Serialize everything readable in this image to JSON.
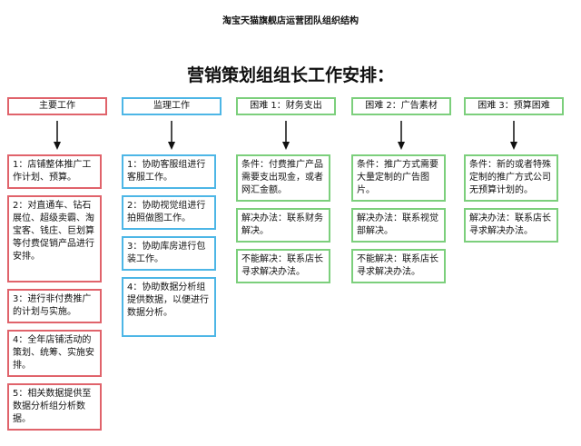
{
  "page": {
    "top_title": "淘宝天猫旗舰店运营团队组织结构",
    "main_title": "营销策划组组长工作安排："
  },
  "colors": {
    "red": "#e0636b",
    "blue": "#4db6e6",
    "green": "#7ccf7c"
  },
  "columns": [
    {
      "header": "主要工作",
      "color": "red",
      "boxes": [
        "1：店铺整体推广工作计划、预算。",
        "2：对直通车、钻石展位、超级卖霸、淘宝客、钱庄、巨划算等付费促销产品进行安排。",
        "3：进行非付费推广的计划与实施。",
        "4：全年店铺活动的策划、统筹、实施安排。",
        "5：相关数据提供至数据分析组分析数据。"
      ]
    },
    {
      "header": "监理工作",
      "color": "blue",
      "boxes": [
        "1：协助客服组进行客服工作。",
        "2：协助视觉组进行拍照做图工作。",
        "3：协助库房进行包装工作。",
        "4：协助数据分析组提供数据，以便进行数据分析。"
      ]
    },
    {
      "header": "困难 1：财务支出",
      "color": "green",
      "boxes": [
        "条件：付费推广产品需要支出现金，或者网汇金额。",
        "解决办法：联系财务解决。",
        "不能解决：联系店长寻求解决办法。"
      ]
    },
    {
      "header": "困难 2：广告素材",
      "color": "green",
      "boxes": [
        "条件：推广方式需要大量定制的广告图片。",
        "解决办法：联系视觉部解决。",
        "不能解决：联系店长寻求解决办法。"
      ]
    },
    {
      "header": "困难 3：预算困难",
      "color": "green",
      "boxes": [
        "条件：新的或者特殊定制的推广方式公司无预算计划的。",
        "解决办法：联系店长寻求解决办法。"
      ]
    }
  ]
}
